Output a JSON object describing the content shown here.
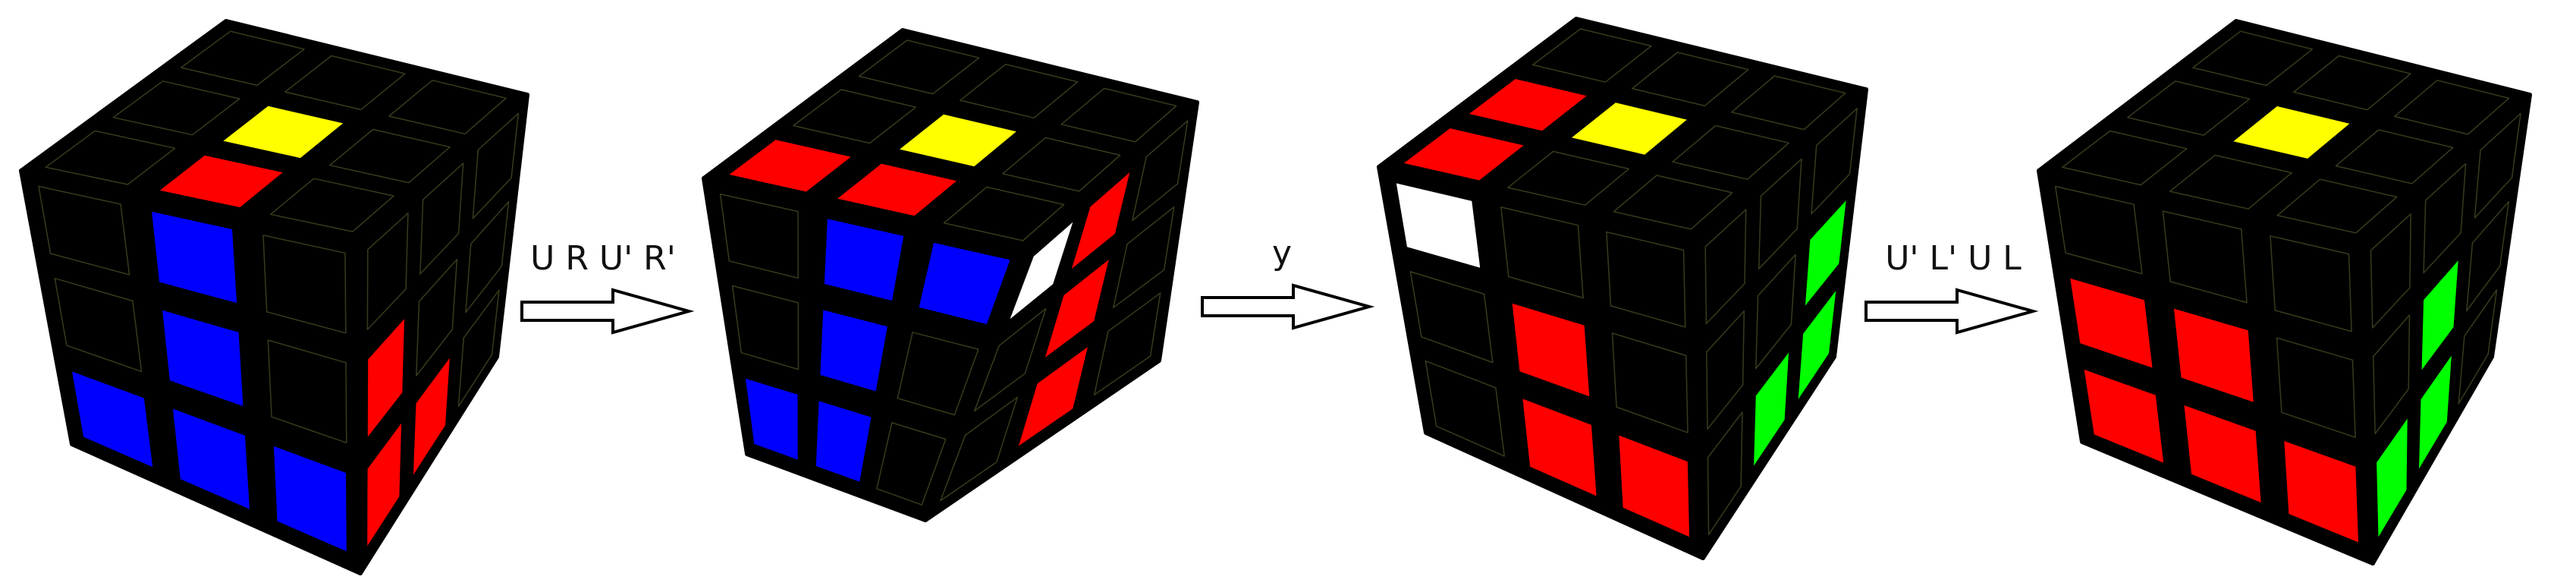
{
  "colors": {
    "Y": "#ffff00",
    "R": "#ff0000",
    "B": "#0000ff",
    "G": "#00ff00",
    "W": "#ffffff",
    "K": "#000000"
  },
  "cubes": [
    {
      "id": "cube-1",
      "top": [
        "K",
        "K",
        "K",
        "K",
        "Y",
        "K",
        "K",
        "R",
        "K"
      ],
      "front": [
        "K",
        "B",
        "K",
        "K",
        "B",
        "K",
        "B",
        "B",
        "B"
      ],
      "right": [
        "K",
        "K",
        "K",
        "R",
        "K",
        "K",
        "R",
        "R",
        "K"
      ]
    },
    {
      "id": "cube-2",
      "top": [
        "K",
        "K",
        "K",
        "K",
        "Y",
        "K",
        "R",
        "R",
        "K"
      ],
      "front": [
        "K",
        "B",
        "B",
        "K",
        "B",
        "K",
        "B",
        "B",
        "K"
      ],
      "right": [
        "W",
        "R",
        "K",
        "K",
        "R",
        "K",
        "K",
        "R",
        "K"
      ]
    },
    {
      "id": "cube-3",
      "top": [
        "K",
        "K",
        "K",
        "R",
        "Y",
        "K",
        "R",
        "K",
        "K"
      ],
      "front": [
        "W",
        "K",
        "K",
        "K",
        "R",
        "K",
        "K",
        "R",
        "R"
      ],
      "right": [
        "K",
        "K",
        "K",
        "K",
        "K",
        "G",
        "K",
        "G",
        "G"
      ]
    },
    {
      "id": "cube-4",
      "top": [
        "K",
        "K",
        "K",
        "K",
        "Y",
        "K",
        "K",
        "K",
        "K"
      ],
      "front": [
        "K",
        "K",
        "K",
        "R",
        "R",
        "K",
        "R",
        "R",
        "R"
      ],
      "right": [
        "K",
        "K",
        "K",
        "K",
        "G",
        "K",
        "G",
        "G",
        "K"
      ]
    }
  ],
  "moves": [
    {
      "label": "U R U' R'"
    },
    {
      "label": "y"
    },
    {
      "label": "U' L' U L"
    }
  ]
}
